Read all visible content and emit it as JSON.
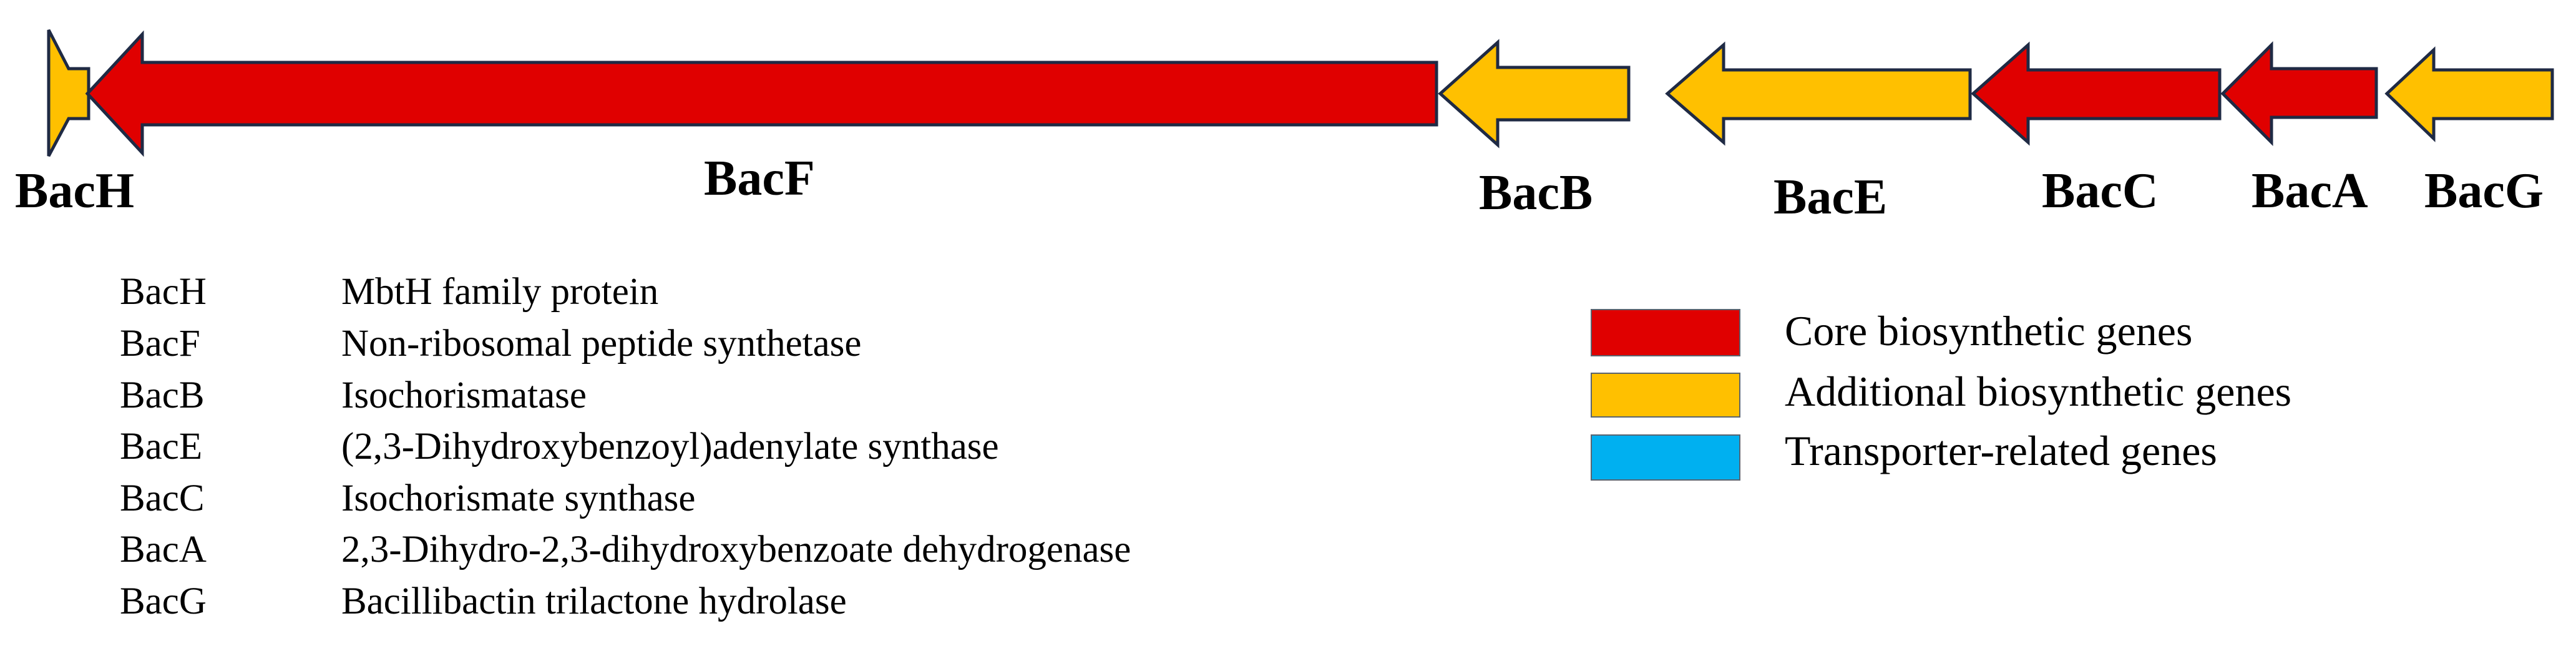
{
  "colors": {
    "core": "#e00000",
    "additional": "#ffc000",
    "transporter": "#00b0f0",
    "outline": "#1f2a44"
  },
  "genes": [
    {
      "id": "bach",
      "label": "BacH",
      "category": "additional"
    },
    {
      "id": "bacf",
      "label": "BacF",
      "category": "core"
    },
    {
      "id": "bacb",
      "label": "BacB",
      "category": "additional"
    },
    {
      "id": "bace",
      "label": "BacE",
      "category": "additional"
    },
    {
      "id": "bacc",
      "label": "BacC",
      "category": "core"
    },
    {
      "id": "baca",
      "label": "BacA",
      "category": "core"
    },
    {
      "id": "bacg",
      "label": "BacG",
      "category": "additional"
    }
  ],
  "table": [
    {
      "gene": "BacH",
      "function": "MbtH family protein"
    },
    {
      "gene": "BacF",
      "function": "Non-ribosomal peptide synthetase"
    },
    {
      "gene": "BacB",
      "function": "Isochorismatase"
    },
    {
      "gene": "BacE",
      "function": "(2,3-Dihydroxybenzoyl)adenylate synthase"
    },
    {
      "gene": "BacC",
      "function": "Isochorismate synthase"
    },
    {
      "gene": "BacA",
      "function": "2,3-Dihydro-2,3-dihydroxybenzoate dehydrogenase"
    },
    {
      "gene": "BacG",
      "function": "Bacillibactin trilactone hydrolase"
    }
  ],
  "legend": [
    {
      "label": "Core biosynthetic genes",
      "category": "core"
    },
    {
      "label": "Additional biosynthetic genes",
      "category": "additional"
    },
    {
      "label": "Transporter-related genes",
      "category": "transporter"
    }
  ]
}
